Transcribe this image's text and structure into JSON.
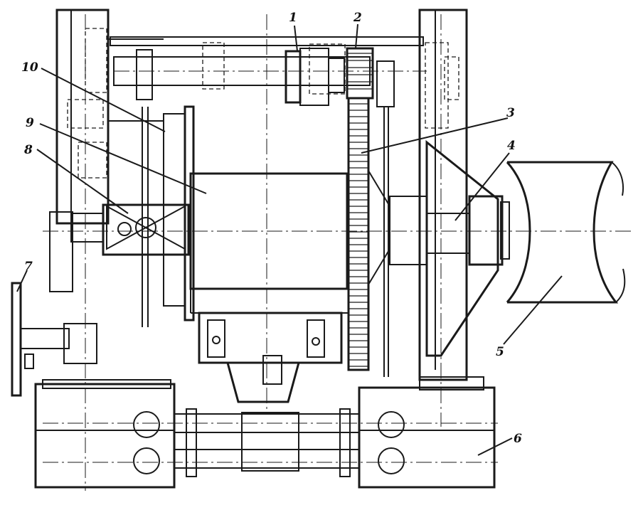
{
  "figure": {
    "callouts": [
      {
        "id": "c1",
        "label": "1"
      },
      {
        "id": "c2",
        "label": "2"
      },
      {
        "id": "c3",
        "label": "3"
      },
      {
        "id": "c4",
        "label": "4"
      },
      {
        "id": "c5",
        "label": "5"
      },
      {
        "id": "c6",
        "label": "6"
      },
      {
        "id": "c7",
        "label": "7"
      },
      {
        "id": "c8",
        "label": "8"
      },
      {
        "id": "c9",
        "label": "9"
      },
      {
        "id": "c10",
        "label": "10"
      }
    ]
  },
  "colors": {
    "ink": "#1a1a1a",
    "paper": "#ffffff"
  }
}
